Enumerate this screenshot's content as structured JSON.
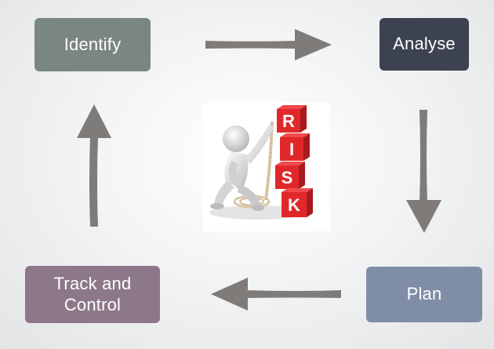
{
  "diagram": {
    "steps": {
      "identify": "Identify",
      "analyse": "Analyse",
      "plan": "Plan",
      "track_line1": "Track and",
      "track_line2": "Control"
    },
    "image": {
      "blocks": [
        "R",
        "I",
        "S",
        "K"
      ]
    },
    "colors": {
      "identify": "#7a8682",
      "analyse": "#3c4250",
      "plan": "#7f8ea6",
      "track": "#8c7888",
      "arrow": "#7f7b78",
      "block_red": "#e0282b"
    }
  }
}
